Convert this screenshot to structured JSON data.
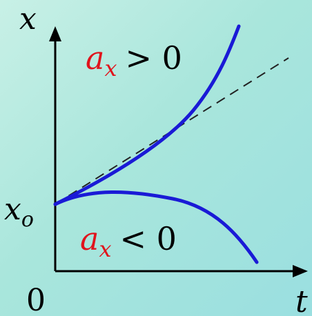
{
  "axes": {
    "y_label": "x",
    "x_label": "t",
    "origin_label": "0",
    "intercept_label_main": "x",
    "intercept_label_sub": "o"
  },
  "curves": [
    {
      "kind": "accelerating",
      "label_var": "a",
      "label_sub": "x",
      "label_rel": "> 0"
    },
    {
      "kind": "decelerating",
      "label_var": "a",
      "label_sub": "x",
      "label_rel": "< 0"
    }
  ],
  "colors": {
    "axis": "#000000",
    "curve": "#1a1ad6",
    "label_accent": "#e0141c",
    "dashed": "#222222"
  }
}
